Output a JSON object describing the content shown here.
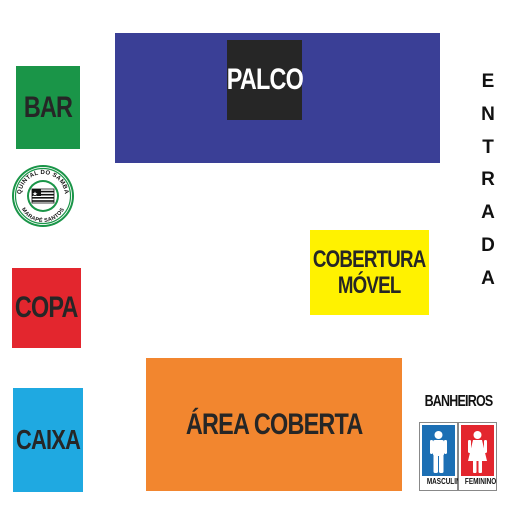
{
  "map": {
    "stage": {
      "label": "PALCO"
    },
    "bar": {
      "label": "BAR"
    },
    "logo": {
      "top_text": "QUINTAL DO SAMBA",
      "bottom_text": "MARAPÉ SANTOS"
    },
    "copa": {
      "label": "COPA"
    },
    "caixa": {
      "label": "CAIXA"
    },
    "cobertura": {
      "line1": "COBERTURA",
      "line2": "MÓVEL"
    },
    "area_coberta": {
      "label": "ÁREA COBERTA"
    },
    "entrada": {
      "letters": [
        "E",
        "N",
        "T",
        "R",
        "A",
        "D",
        "A"
      ]
    },
    "banheiros": {
      "title": "BANHEIROS",
      "male": "MASCULINO",
      "female": "FEMININO"
    }
  },
  "colors": {
    "stage": "#3a3f96",
    "bar": "#1a9548",
    "copa": "#e3262e",
    "caixa": "#1fa9e1",
    "cobertura": "#fff200",
    "area_coberta": "#f2862f"
  }
}
